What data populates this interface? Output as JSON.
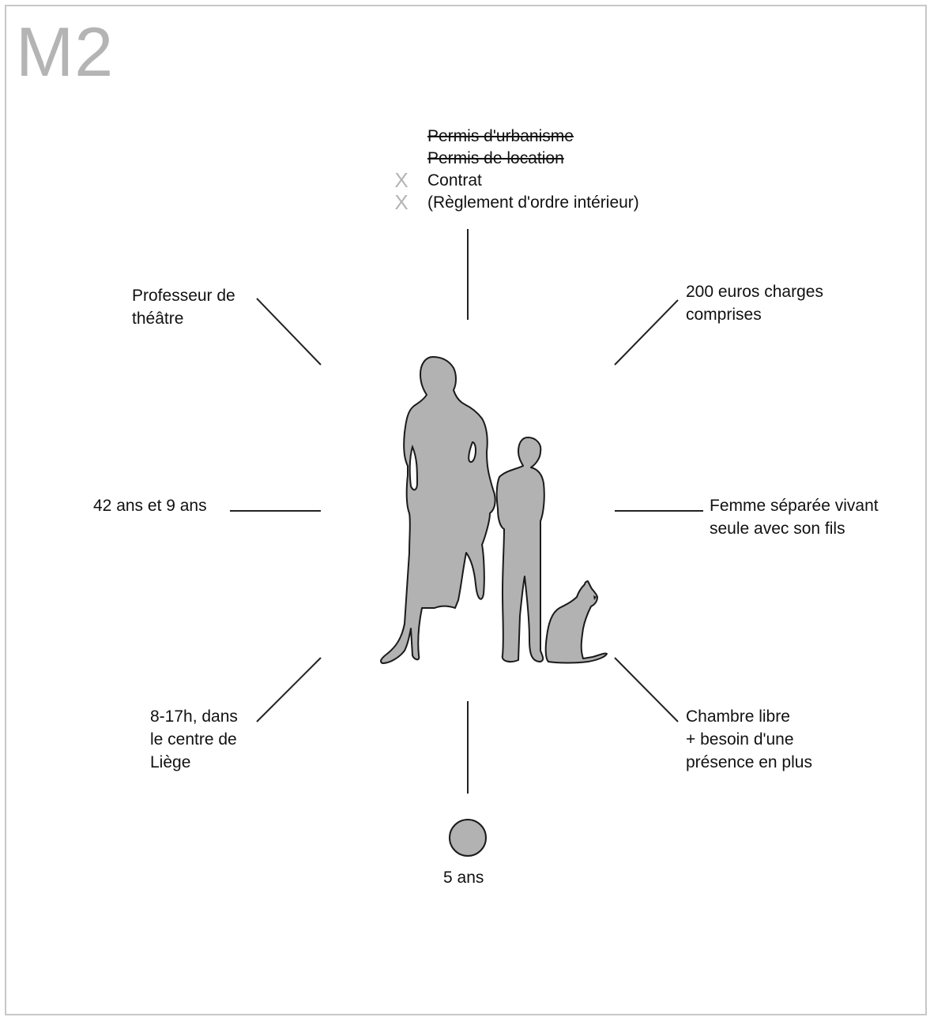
{
  "profile_code": "M2",
  "documents": [
    {
      "text": "Permis d'urbanisme",
      "struck": true,
      "crossed": false
    },
    {
      "text": "Permis de location",
      "struck": true,
      "crossed": false
    },
    {
      "text": "Contrat",
      "struck": false,
      "crossed": true
    },
    {
      "text": "(Règlement d'ordre intérieur)",
      "struck": false,
      "crossed": true
    }
  ],
  "cross_glyph": "X",
  "spokes": {
    "top_left": "Professeur de\nthéâtre",
    "top_right": "200 euros charges\ncomprises",
    "left": "42 ans et 9 ans",
    "right": "Femme séparée vivant\nseule avec son fils",
    "bottom_left": "8-17h, dans\nle centre de\nLiège",
    "bottom_right": "Chambre libre\n+ besoin d'une\nprésence en plus",
    "bottom": "5 ans"
  },
  "figures": [
    "woman-silhouette",
    "boy-silhouette",
    "cat-silhouette"
  ],
  "colors": {
    "frame_border": "#c8c8c8",
    "code_text": "#b4b4b4",
    "silhouette_fill": "#b2b2b2",
    "silhouette_stroke": "#1a1a1a",
    "line": "#222222",
    "text": "#111111"
  }
}
